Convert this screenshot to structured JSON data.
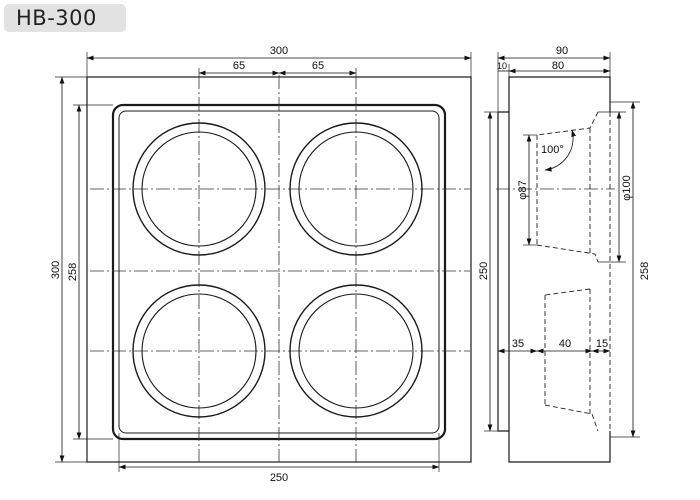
{
  "header": {
    "model": "HB-300"
  },
  "front_view": {
    "width": "300",
    "pitch_left": "65",
    "pitch_right": "65",
    "height": "300",
    "inner_height": "258",
    "inner_width": "250"
  },
  "side_view": {
    "depth_total": "90",
    "flange": "10",
    "body_depth": "80",
    "angle": "100°",
    "small_diameter": "φ87",
    "large_diameter": "φ100",
    "height": "250",
    "outer_height": "258",
    "seg_a": "35",
    "seg_b": "40",
    "seg_c": "15"
  }
}
